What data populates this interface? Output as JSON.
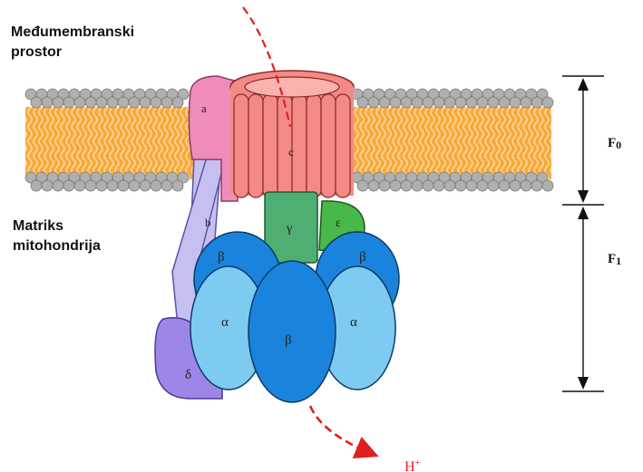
{
  "labels": {
    "intermembrane_line1": "Međumembranski",
    "intermembrane_line2": "prostor",
    "matrix_line1": "Matriks",
    "matrix_line2": "mitohondrija",
    "f0": "F",
    "f0_sub": "0",
    "f1": "F",
    "f1_sub": "1",
    "proton": "H",
    "proton_sup": "+"
  },
  "subunits": {
    "a": "a",
    "b": "b",
    "c": "c",
    "delta": "δ",
    "gamma": "γ",
    "epsilon": "ε",
    "alpha_left": "α",
    "alpha_right": "α",
    "beta_left": "β",
    "beta_center": "β",
    "beta_right": "β"
  },
  "colors": {
    "membrane_core": "#f5a33a",
    "lipid_head": "#a8a8a8",
    "subunit_a": "#f08cbc",
    "subunit_b": "#c6c0f0",
    "subunit_c": "#f48a86",
    "subunit_delta": "#9e86e8",
    "subunit_gamma": "#4fae72",
    "subunit_epsilon": "#48b848",
    "alpha": "#7ecbf2",
    "beta": "#1a84dc",
    "proton_path": "#e02020"
  }
}
